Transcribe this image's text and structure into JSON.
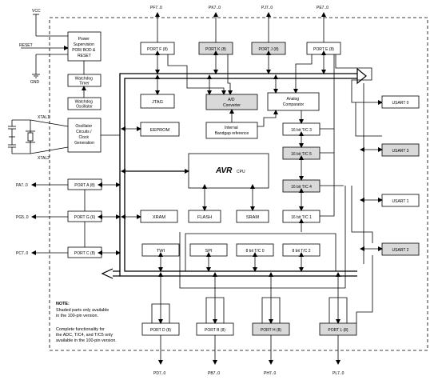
{
  "pins": {
    "vcc": "VCC",
    "reset": "RESET",
    "gnd": "GND",
    "xtal1": "XTAL1",
    "xtal2": "XTAL2",
    "pa": "PA7..0",
    "pg": "PG5..0",
    "pc": "PC7..0",
    "pf": "PF7..0",
    "pk": "PK7..0",
    "pj": "PJ7..0",
    "pe": "PE7..0",
    "pd": "PD7..0",
    "pb": "PB7..0",
    "ph": "PH7..0",
    "pl": "PL7..0"
  },
  "blocks": {
    "power": [
      "Power",
      "Supervision",
      "POR/ BOD &",
      "RESET"
    ],
    "wdt_timer": [
      "Watchdog",
      "Timer"
    ],
    "wdt_osc": [
      "Watchdog",
      "Oscillator"
    ],
    "osc": [
      "Oscillator",
      "Circuits /",
      "Clock",
      "Generation"
    ],
    "porta": "PORT A (8)",
    "portg": "PORT G (6)",
    "portc": "PORT C (8)",
    "portf": "PORT F (8)",
    "portk": "PORT K (8)",
    "portj": "PORT J (8)",
    "porte": "PORT E (8)",
    "portd": "PORT D (8)",
    "portb": "PORT B (8)",
    "porth": "PORT H (8)",
    "portl": "PORT L (8)",
    "jtag": "JTAG",
    "adc": [
      "A/D",
      "Converter"
    ],
    "ac": [
      "Analog",
      "Comparator"
    ],
    "eeprom": "EEPROM",
    "bandgap": [
      "Internal",
      "Bandgap reference"
    ],
    "tc3": "16 bit T/C 3",
    "tc5": "16 bit T/C 5",
    "tc4": "16 bit T/C 4",
    "tc1": "16 bit T/C 1",
    "cpu_logo": "AVR",
    "cpu": "CPU",
    "xram": "XRAM",
    "flash": "FLASH",
    "sram": "SRAM",
    "twi": "TWI",
    "spi": "SPI",
    "tc0": "8 bit T/C 0",
    "tc2": "8 bit T/C 2",
    "usart0": "USART 0",
    "usart3": "USART 3",
    "usart1": "USART 1",
    "usart2": "USART 2"
  },
  "note": {
    "title": "NOTE:",
    "lines": [
      "Shaded parts only available",
      "in the 100-pin version.",
      "",
      "Complete functionality for",
      "the ADC, T/C4, and T/C5 only",
      "available in the 100-pin version."
    ]
  },
  "colors": {
    "shaded_block": "#d9d9d9",
    "line": "#000000"
  }
}
